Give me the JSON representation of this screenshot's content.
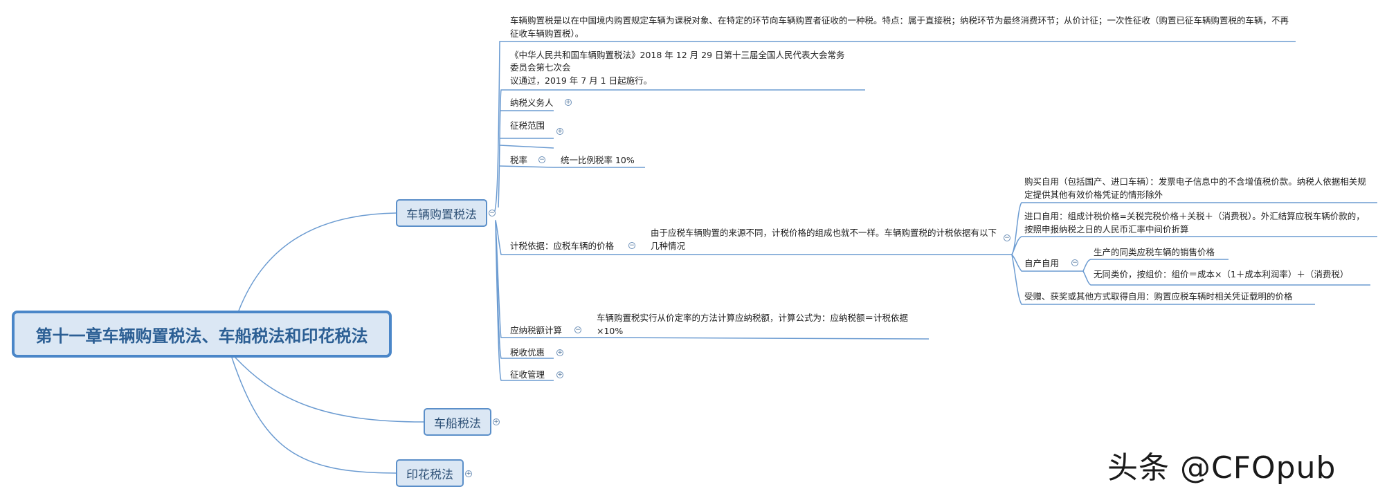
{
  "root": {
    "title": "第十一章车辆购置税法、车船税法和印花税法"
  },
  "branches": {
    "vehicle_purchase_tax": "车辆购置税法",
    "vehicle_vessel_tax": "车船税法",
    "stamp_tax": "印花税法"
  },
  "vpt": {
    "definition": "车辆购置税是以在中国境内购置规定车辆为课税对象、在特定的环节向车辆购置者征收的一种税。特点：属于直接税；纳税环节为最终消费环节；从价计征；一次性征收（购置已征车辆购置税的车辆，不再征收车辆购置税）。",
    "law_line1": "《中华人民共和国车辆购置税法》2018 年 12 月 29 日第十三届全国人民代表大会常务",
    "law_line2": "委员会第七次会",
    "law_line3": "议通过，2019 年 7 月 1 日起施行。",
    "taxpayer": "纳税义务人",
    "scope": "征税范围",
    "rate_label": "税率",
    "rate_value": "统一比例税率 10%",
    "basis_label": "计税依据：应税车辆的价格",
    "basis_desc": "由于应税车辆购置的来源不同，计税价格的组成也就不一样。车辆购置税的计税依据有以下几种情况",
    "basis_cases": {
      "purchase": "购买自用（包括国产、进口车辆）：发票电子信息中的不含增值税价款。纳税人依据相关规定提供其他有效价格凭证的情形除外",
      "import": "进口自用：组成计税价格=关税完税价格＋关税＋（消费税）。外汇结算应税车辆价款的，按照申报纳税之日的人民币汇率中间价折算",
      "self_produced": "自产自用",
      "self_produced_a": "生产的同类应税车辆的销售价格",
      "self_produced_b": "无同类价，按组价：组价＝成本×（1＋成本利润率）＋（消费税）",
      "gift": "受赠、获奖或其他方式取得自用：购置应税车辆时相关凭证载明的价格"
    },
    "payable_label": "应纳税额计算",
    "payable_desc": "车辆购置税实行从价定率的方法计算应纳税额，计算公式为：应纳税额＝计税依据×10%",
    "incentives": "税收优惠",
    "administration": "征收管理"
  },
  "toggle": {
    "collapse": "−",
    "expand": "+"
  },
  "watermark": "头条 @CFOpub"
}
